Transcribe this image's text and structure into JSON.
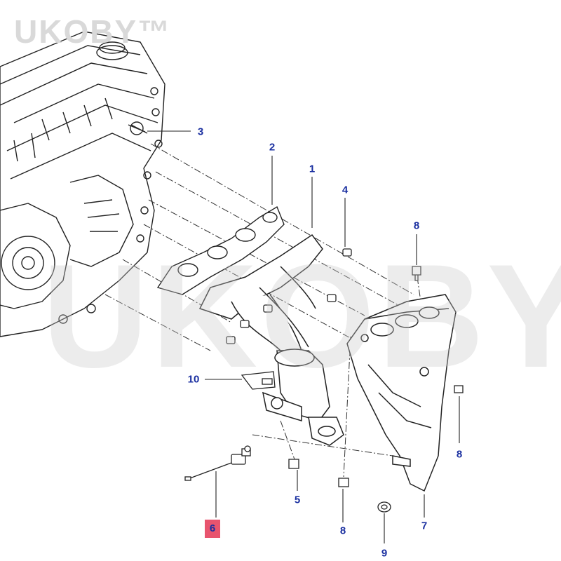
{
  "watermark": {
    "small": "UKOBY™",
    "large": "UKOBY™"
  },
  "callouts": [
    {
      "id": "3",
      "label": "3"
    },
    {
      "id": "2",
      "label": "2"
    },
    {
      "id": "1",
      "label": "1"
    },
    {
      "id": "4",
      "label": "4"
    },
    {
      "id": "8a",
      "label": "8"
    },
    {
      "id": "10",
      "label": "10"
    },
    {
      "id": "8b",
      "label": "8"
    },
    {
      "id": "5",
      "label": "5"
    },
    {
      "id": "8c",
      "label": "8"
    },
    {
      "id": "7",
      "label": "7"
    },
    {
      "id": "9",
      "label": "9"
    },
    {
      "id": "6",
      "label": "6"
    }
  ],
  "colors": {
    "callout_text": "#1a2fa0",
    "highlight": "#e8546e",
    "line_art": "#222222"
  }
}
